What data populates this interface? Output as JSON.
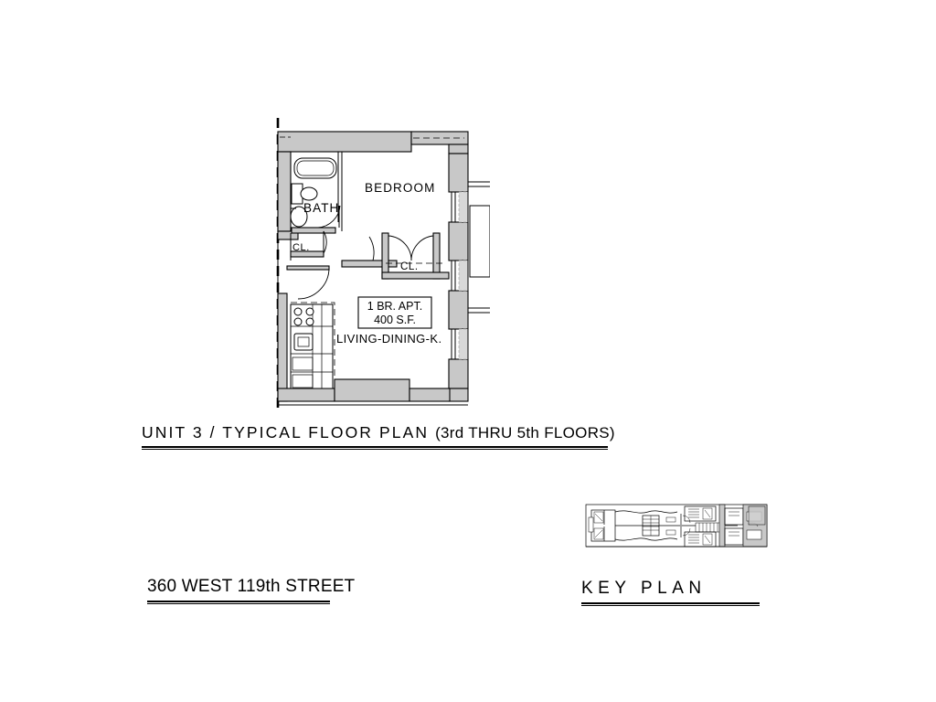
{
  "sheet": {
    "background_color": "#ffffff",
    "line_color": "#000000",
    "wall_fill_color": "#c8c8c8"
  },
  "floor_plan": {
    "name": "unit-3-typical-floor-plan",
    "rooms": [
      {
        "id": "bedroom",
        "label": "BEDROOM"
      },
      {
        "id": "bath",
        "label": "BATH"
      },
      {
        "id": "closet-bath",
        "label": "CL."
      },
      {
        "id": "closet-bedroom",
        "label": "CL."
      },
      {
        "id": "living-dining-kitchen",
        "label": "LIVING-DINING-K."
      }
    ],
    "area_tag": {
      "line1": "1 BR. APT.",
      "line2": "400 S.F."
    },
    "fixtures": [
      {
        "id": "bathtub",
        "name": "bathtub"
      },
      {
        "id": "lavatory",
        "name": "bathroom-sink"
      },
      {
        "id": "water-closet",
        "name": "toilet"
      },
      {
        "id": "kitchen-range",
        "name": "range-cooktop"
      },
      {
        "id": "kitchen-sink",
        "name": "kitchen-sink"
      },
      {
        "id": "dishwasher",
        "name": "dishwasher"
      },
      {
        "id": "refrigerator",
        "name": "refrigerator"
      }
    ]
  },
  "titles": {
    "unit_title": "UNIT 3  /   TYPICAL FLOOR PLAN ",
    "unit_title_suffix": "(3rd THRU 5th FLOORS)",
    "address": "360 WEST 119th STREET",
    "key_plan": "KEY PLAN"
  },
  "key_plan": {
    "name": "building-key-plan-thumbnail",
    "description": "Small building footprint plan showing full floor layout"
  }
}
